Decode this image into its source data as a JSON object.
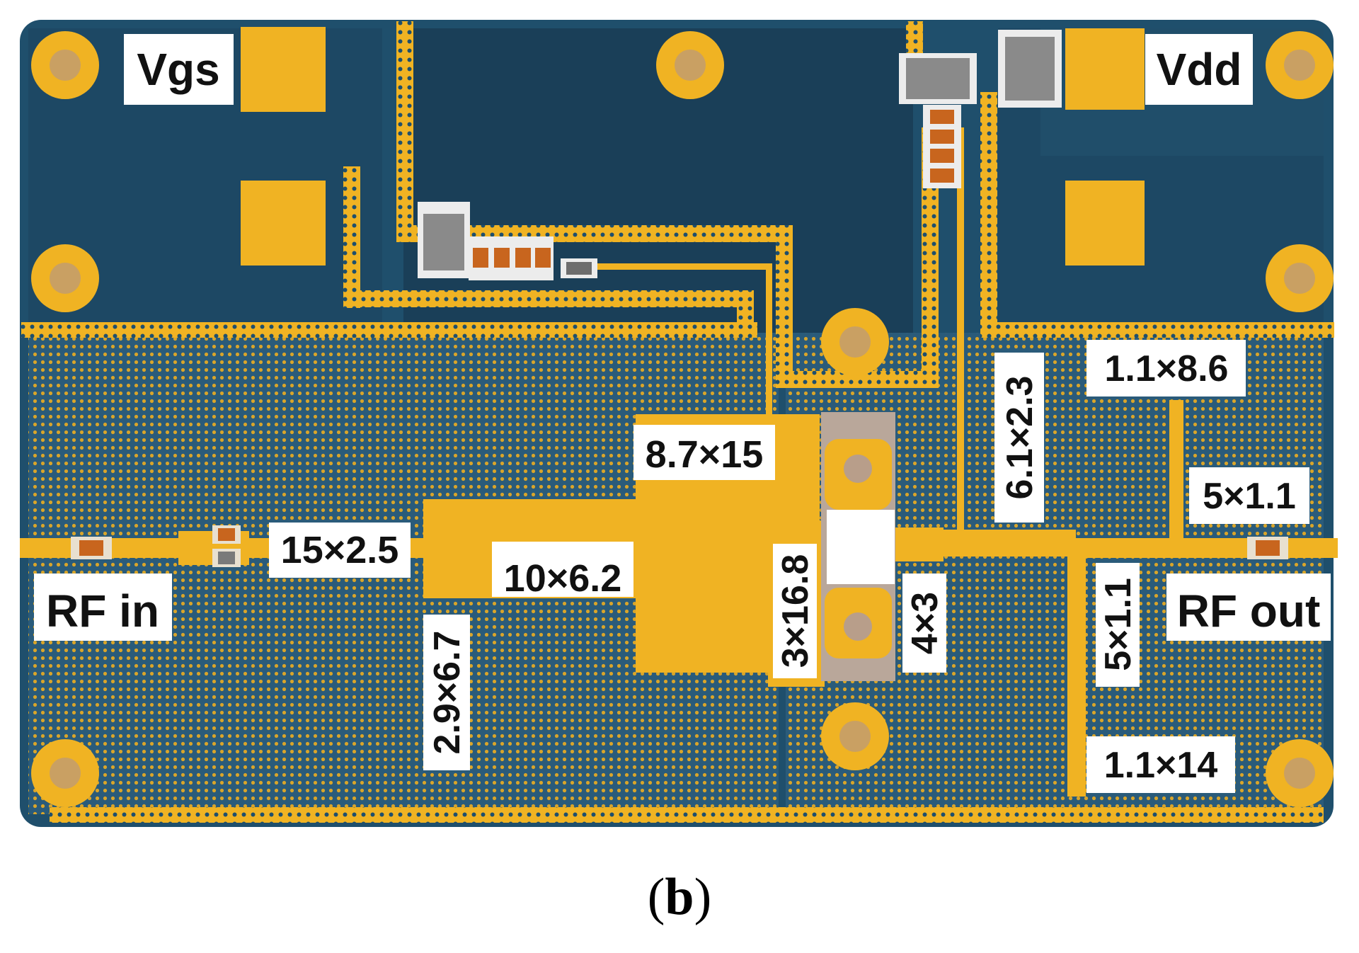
{
  "colors": {
    "board": "#1f4f6c",
    "board_dark": "#1a3f58",
    "copper": "#f0b323",
    "via_hole": "#c9a063",
    "label_bg": "#ffffff",
    "label_text": "#111111",
    "component_body": "#8a8a8a",
    "cap_orange": "#c8651e"
  },
  "supply_labels": {
    "gate": "Vgs",
    "drain": "Vdd"
  },
  "port_labels": {
    "input": "RF in",
    "output": "RF out"
  },
  "dimensions": {
    "input_line": "15×2.5",
    "stub_vertical": "2.9×6.7",
    "step_section": "10×6.2",
    "wide_pad": "8.7×15",
    "device_pad": "3×16.8",
    "output_pad": "4×3",
    "drain_feed": "6.1×2.3",
    "output_stub_top": "1.1×8.6",
    "output_line_top": "5×1.1",
    "output_line_side": "5×1.1",
    "output_stub_bottom": "1.1×14"
  },
  "caption": {
    "open": "(",
    "letter": "b",
    "close": ")"
  },
  "icons": [
    "mounting-hole-icon",
    "transistor-icon",
    "capacitor-icon"
  ]
}
